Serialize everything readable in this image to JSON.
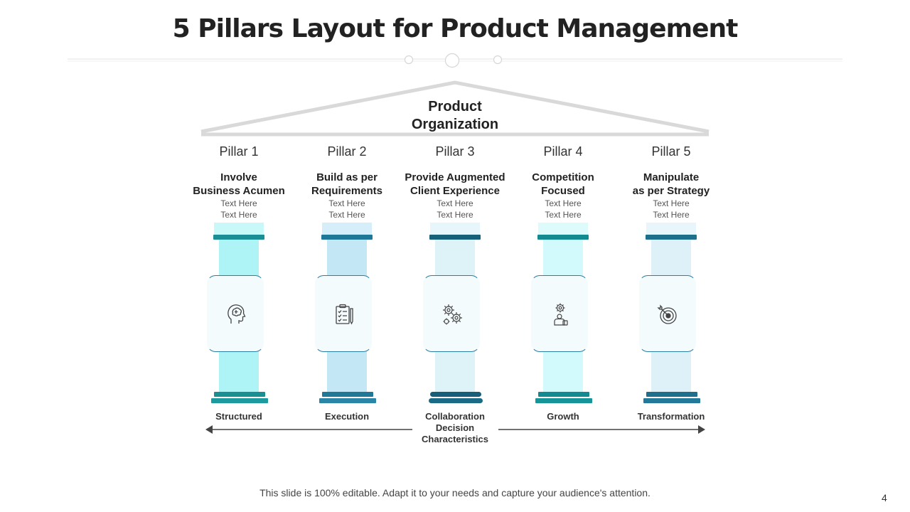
{
  "title": "5 Pillars Layout for Product Management",
  "roof_label_line1": "Product",
  "roof_label_line2": "Organization",
  "pillars": [
    {
      "label": "Pillar 1",
      "heading": "Involve\nBusiness Acumen",
      "text1": "Text Here",
      "text2": "Text Here",
      "caption": "Structured",
      "icon": "head-brain-icon",
      "shaft_color": "#aef4f6",
      "top_color": "#c9f8f9",
      "cap_color": "#1b8d95",
      "base1_color": "#1a8f92",
      "base2_color": "#1d9a9e"
    },
    {
      "label": "Pillar 2",
      "heading": "Build as per\nRequirements",
      "text1": "Text Here",
      "text2": "Text Here",
      "caption": "Execution",
      "icon": "clipboard-checklist-icon",
      "shaft_color": "#c4e7f6",
      "top_color": "#d5eef9",
      "cap_color": "#1f7898",
      "base1_color": "#1f7898",
      "base2_color": "#2a85a6"
    },
    {
      "label": "Pillar 3",
      "heading": "Provide Augmented\nClient Experience",
      "text1": "Text Here",
      "text2": "Text Here",
      "caption": "",
      "icon": "gears-icon",
      "shaft_color": "#ddf3f8",
      "top_color": "#e6f6fa",
      "cap_color": "#17607a",
      "base1_color": "#175f78",
      "base2_color": "#1b6a86"
    },
    {
      "label": "Pillar 4",
      "heading": "Competition\nFocused",
      "text1": "Text Here",
      "text2": "Text Here",
      "caption": "Growth",
      "icon": "person-gear-icon",
      "shaft_color": "#d2fafc",
      "top_color": "#defbfc",
      "cap_color": "#138a90",
      "base1_color": "#138a90",
      "base2_color": "#169599"
    },
    {
      "label": "Pillar 5",
      "heading": "Manipulate\nas per Strategy",
      "text1": "Text Here",
      "text2": "Text Here",
      "caption": "Transformation",
      "icon": "target-arrow-icon",
      "shaft_color": "#dff1f8",
      "top_color": "#e8f5fa",
      "cap_color": "#1d6f8c",
      "base1_color": "#1d6f8c",
      "base2_color": "#22799a"
    }
  ],
  "center_caption_line1": "Collaboration",
  "center_caption_line2": "Decision",
  "center_caption_line3": "Characteristics",
  "footer": "This slide is 100% editable. Adapt it to your needs and capture your audience's attention.",
  "page_number": "4"
}
